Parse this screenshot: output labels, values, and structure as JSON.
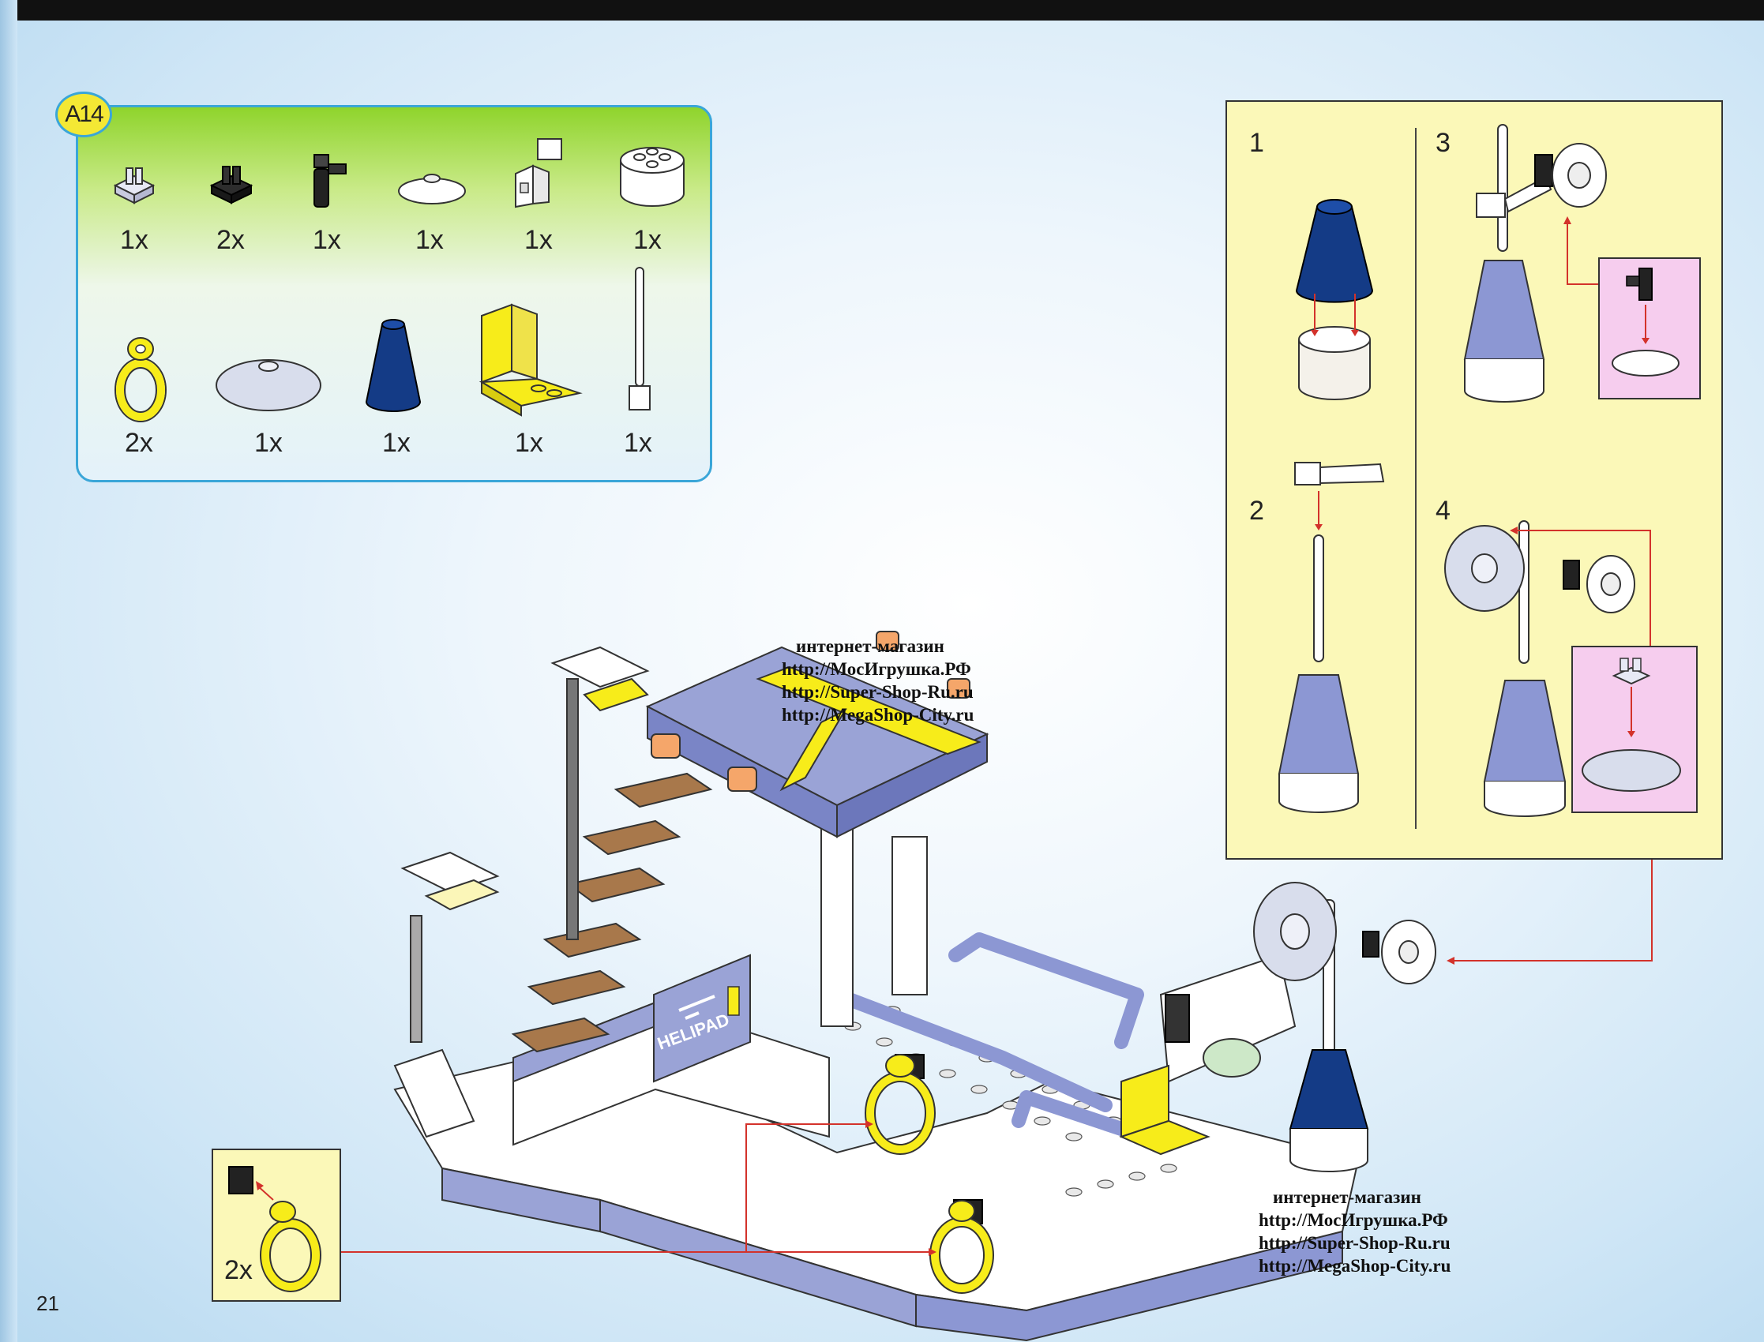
{
  "page": {
    "step_label": "A14",
    "page_number": "21"
  },
  "parts": [
    {
      "name": "light-grey-clip-plate",
      "qty": "1x"
    },
    {
      "name": "black-clip-plate",
      "qty": "2x"
    },
    {
      "name": "black-hinge-holder",
      "qty": "1x"
    },
    {
      "name": "white-radar-dish-small",
      "qty": "1x"
    },
    {
      "name": "white-bracket-with-clip",
      "qty": "1x"
    },
    {
      "name": "white-round-brick-2x2",
      "qty": "1x"
    },
    {
      "name": "yellow-ring-handle",
      "qty": "2x"
    },
    {
      "name": "light-grey-dish-4x4",
      "qty": "1x"
    },
    {
      "name": "blue-cone",
      "qty": "1x"
    },
    {
      "name": "yellow-chair",
      "qty": "1x"
    },
    {
      "name": "white-antenna",
      "qty": "1x"
    }
  ],
  "substeps": [
    "1",
    "2",
    "3",
    "4"
  ],
  "inset": {
    "qty": "2x"
  },
  "model": {
    "sign_text": "HELIPAD"
  },
  "watermarks": [
    {
      "title": "интернет-магазин",
      "urls": [
        "http://МосИгрушка.РФ",
        "http://Super-Shop-Ru.ru",
        "http://MegaShop-City.ru"
      ]
    },
    {
      "title": "интернет-магазин",
      "urls": [
        "http://МосИгрушка.РФ",
        "http://Super-Shop-Ru.ru",
        "http://MegaShop-City.ru"
      ]
    }
  ],
  "colors": {
    "accent_border": "#3aa6d8",
    "badge_yellow": "#f4e834",
    "panel_yellow": "#fbf8b8",
    "pink": "#f6cdee",
    "arrow_red": "#d3322b",
    "brick_blue": "#8890cc",
    "cone_blue": "#143b86",
    "part_yellow": "#f7ec1a",
    "stairs_brown": "#a8784b"
  }
}
